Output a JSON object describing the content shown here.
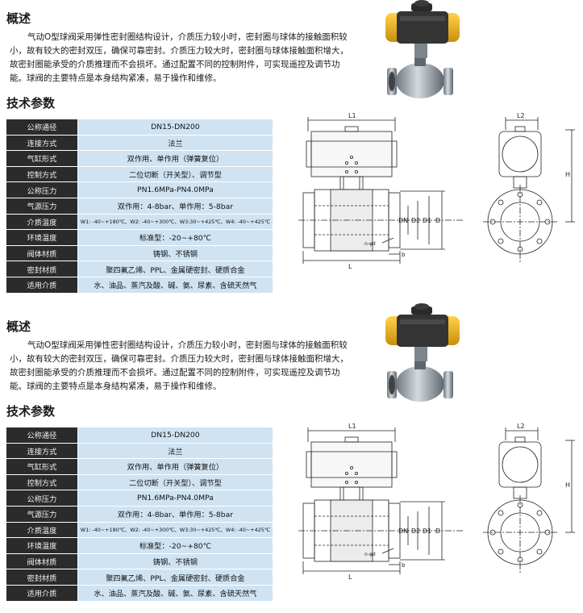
{
  "sections": [
    {
      "overview_heading": "概述",
      "description": "气动O型球阀采用弹性密封圈结构设计，介质压力较小时，密封圈与球体的接触面积较小，故有较大的密封双压，确保可靠密封。介质压力较大时，密封圈与球体接触面积增大，故密封圈能承受的介质推理而不会损坏。通过配置不同的控制附件，可实现遥控及调节功能。球阀的主要特点是本身结构紧凑，易于操作和维修。",
      "spec_heading": "技术参数",
      "specs": [
        {
          "key": "公称通径",
          "value": "DN15-DN200"
        },
        {
          "key": "连接方式",
          "value": "法兰"
        },
        {
          "key": "气缸形式",
          "value": "双作用、单作用（弹簧复位）"
        },
        {
          "key": "控制方式",
          "value": "二位切断（开关型）、调节型"
        },
        {
          "key": "公称压力",
          "value": "PN1.6MPa-PN4.0MPa"
        },
        {
          "key": "气源压力",
          "value": "双作用：4-8bar、单作用：5-8bar"
        },
        {
          "key": "介质温度",
          "value": "W1: -40~+180℃、W2: -40~+300℃、W3:30~+425℃、W4: -40~+425℃"
        },
        {
          "key": "环境温度",
          "value": "标准型：-20~+80℃"
        },
        {
          "key": "阀体材质",
          "value": "铸钢、不锈钢"
        },
        {
          "key": "密封材质",
          "value": "聚四氟乙烯、PPL、金属硬密封、硬质合金"
        },
        {
          "key": "适用介质",
          "value": "水、油品、蒸汽及酸、碱、氨、尿素、含硫天然气"
        }
      ]
    },
    {
      "overview_heading": "概述",
      "description": "气动O型球阀采用弹性密封圈结构设计，介质压力较小时，密封圈与球体的接触面积较小，故有较大的密封双压，确保可靠密封。介质压力较大时，密封圈与球体接触面积增大，故密封圈能承受的介质推理而不会损坏。通过配置不同的控制附件，可实现遥控及调节功能。球阀的主要特点是本身结构紧凑，易于操作和维修。",
      "spec_heading": "技术参数",
      "specs": [
        {
          "key": "公称通径",
          "value": "DN15-DN200"
        },
        {
          "key": "连接方式",
          "value": "法兰"
        },
        {
          "key": "气缸形式",
          "value": "双作用、单作用（弹簧复位）"
        },
        {
          "key": "控制方式",
          "value": "二位切断（开关型）、调节型"
        },
        {
          "key": "公称压力",
          "value": "PN1.6MPa-PN4.0MPa"
        },
        {
          "key": "气源压力",
          "value": "双作用：4-8bar、单作用：5-8bar"
        },
        {
          "key": "介质温度",
          "value": "W1: -40~+180℃、W2: -40~+300℃、W3:30~+425℃、W4: -40~+425℃"
        },
        {
          "key": "环境温度",
          "value": "标准型：-20~+80℃"
        },
        {
          "key": "阀体材质",
          "value": "铸钢、不锈钢"
        },
        {
          "key": "密封材质",
          "value": "聚四氟乙烯、PPL、金属硬密封、硬质合金"
        },
        {
          "key": "适用介质",
          "value": "水、油品、蒸汽及酸、碱、氨、尿素、含硫天然气"
        }
      ]
    }
  ],
  "drawing_labels": {
    "L1": "L1",
    "L2": "L2",
    "L": "L",
    "H": "H",
    "DN": "DN",
    "D2": "D2",
    "D1": "D1",
    "D": "D",
    "b": "b",
    "holes": "n-φd"
  },
  "colors": {
    "table_key_bg": "#2b2b2b",
    "table_value_bg": "#cfe3f3",
    "actuator_yellow": "#f2b61f",
    "body_steel": "#9aa3ab"
  }
}
